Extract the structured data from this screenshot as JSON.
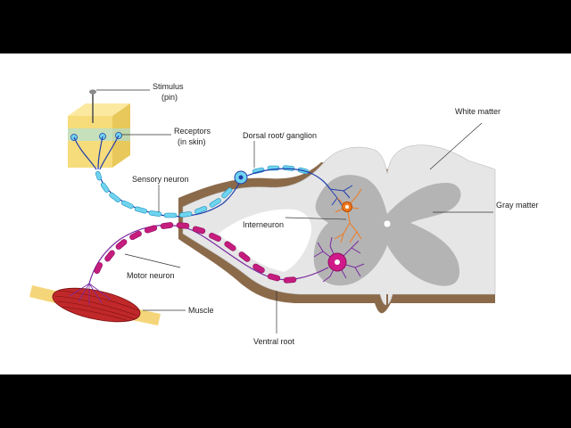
{
  "labels": {
    "stimulus": "Stimulus",
    "stimulus_sub": "(pin)",
    "receptors": "Receptors",
    "receptors_sub": "(in skin)",
    "dorsal_root": "Dorsal root/ ganglion",
    "white_matter": "White matter",
    "sensory_neuron": "Sensory neuron",
    "gray_matter": "Gray matter",
    "interneuron": "Interneuron",
    "motor_neuron": "Motor neuron",
    "muscle": "Muscle",
    "ventral_root": "Ventral root"
  },
  "colors": {
    "letterbox": "#000000",
    "background": "#ffffff",
    "white_matter": "#e6e6e6",
    "gray_matter": "#b4b4b4",
    "meninges": "#8b6a4a",
    "skin_block": "#f6dc7a",
    "sensory_myelin": "#6fd4ef",
    "sensory_axon": "#1f3fae",
    "motor_myelin": "#c61c7e",
    "interneuron": "#f07a1e",
    "motor_soma": "#d01a8a",
    "motor_dendrites": "#7a2aa0",
    "muscle": "#c0282a",
    "tendon": "#f5d57a"
  }
}
